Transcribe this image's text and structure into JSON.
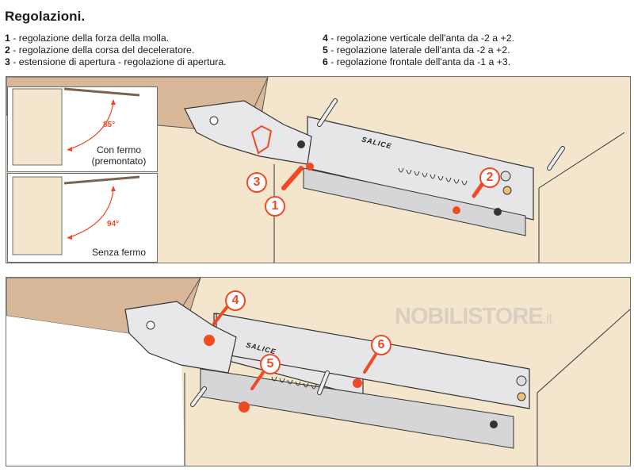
{
  "title": "Regolazioni.",
  "legend_left": [
    {
      "num": "1",
      "text": " - regolazione della forza della molla."
    },
    {
      "num": "2",
      "text": " - regolazione della corsa del deceleratore."
    },
    {
      "num": "3",
      "text": " - estensione di apertura - regolazione di apertura."
    }
  ],
  "legend_right": [
    {
      "num": "4",
      "text": " - regolazione verticale dell'anta da -2 a +2."
    },
    {
      "num": "5",
      "text": " - regolazione laterale dell'anta da -2 a +2."
    },
    {
      "num": "6",
      "text": " - regolazione frontale dell'anta da -1 a +3."
    }
  ],
  "insets": [
    {
      "angle": "85°",
      "caption_line1": "Con fermo",
      "caption_line2": "(premontato)"
    },
    {
      "angle": "94°",
      "caption_line1": "Senza fermo"
    }
  ],
  "brand_label": "SALICE",
  "callouts_top": [
    "1",
    "2",
    "3"
  ],
  "callouts_bottom": [
    "4",
    "5",
    "6"
  ],
  "watermark": {
    "main": "NOBILISTORE",
    "suffix": ".it"
  },
  "colors": {
    "accent": "#f04a23",
    "cabinet": "#f3e6cc",
    "door": "#d9b899",
    "metal": "#e6e6e8"
  }
}
